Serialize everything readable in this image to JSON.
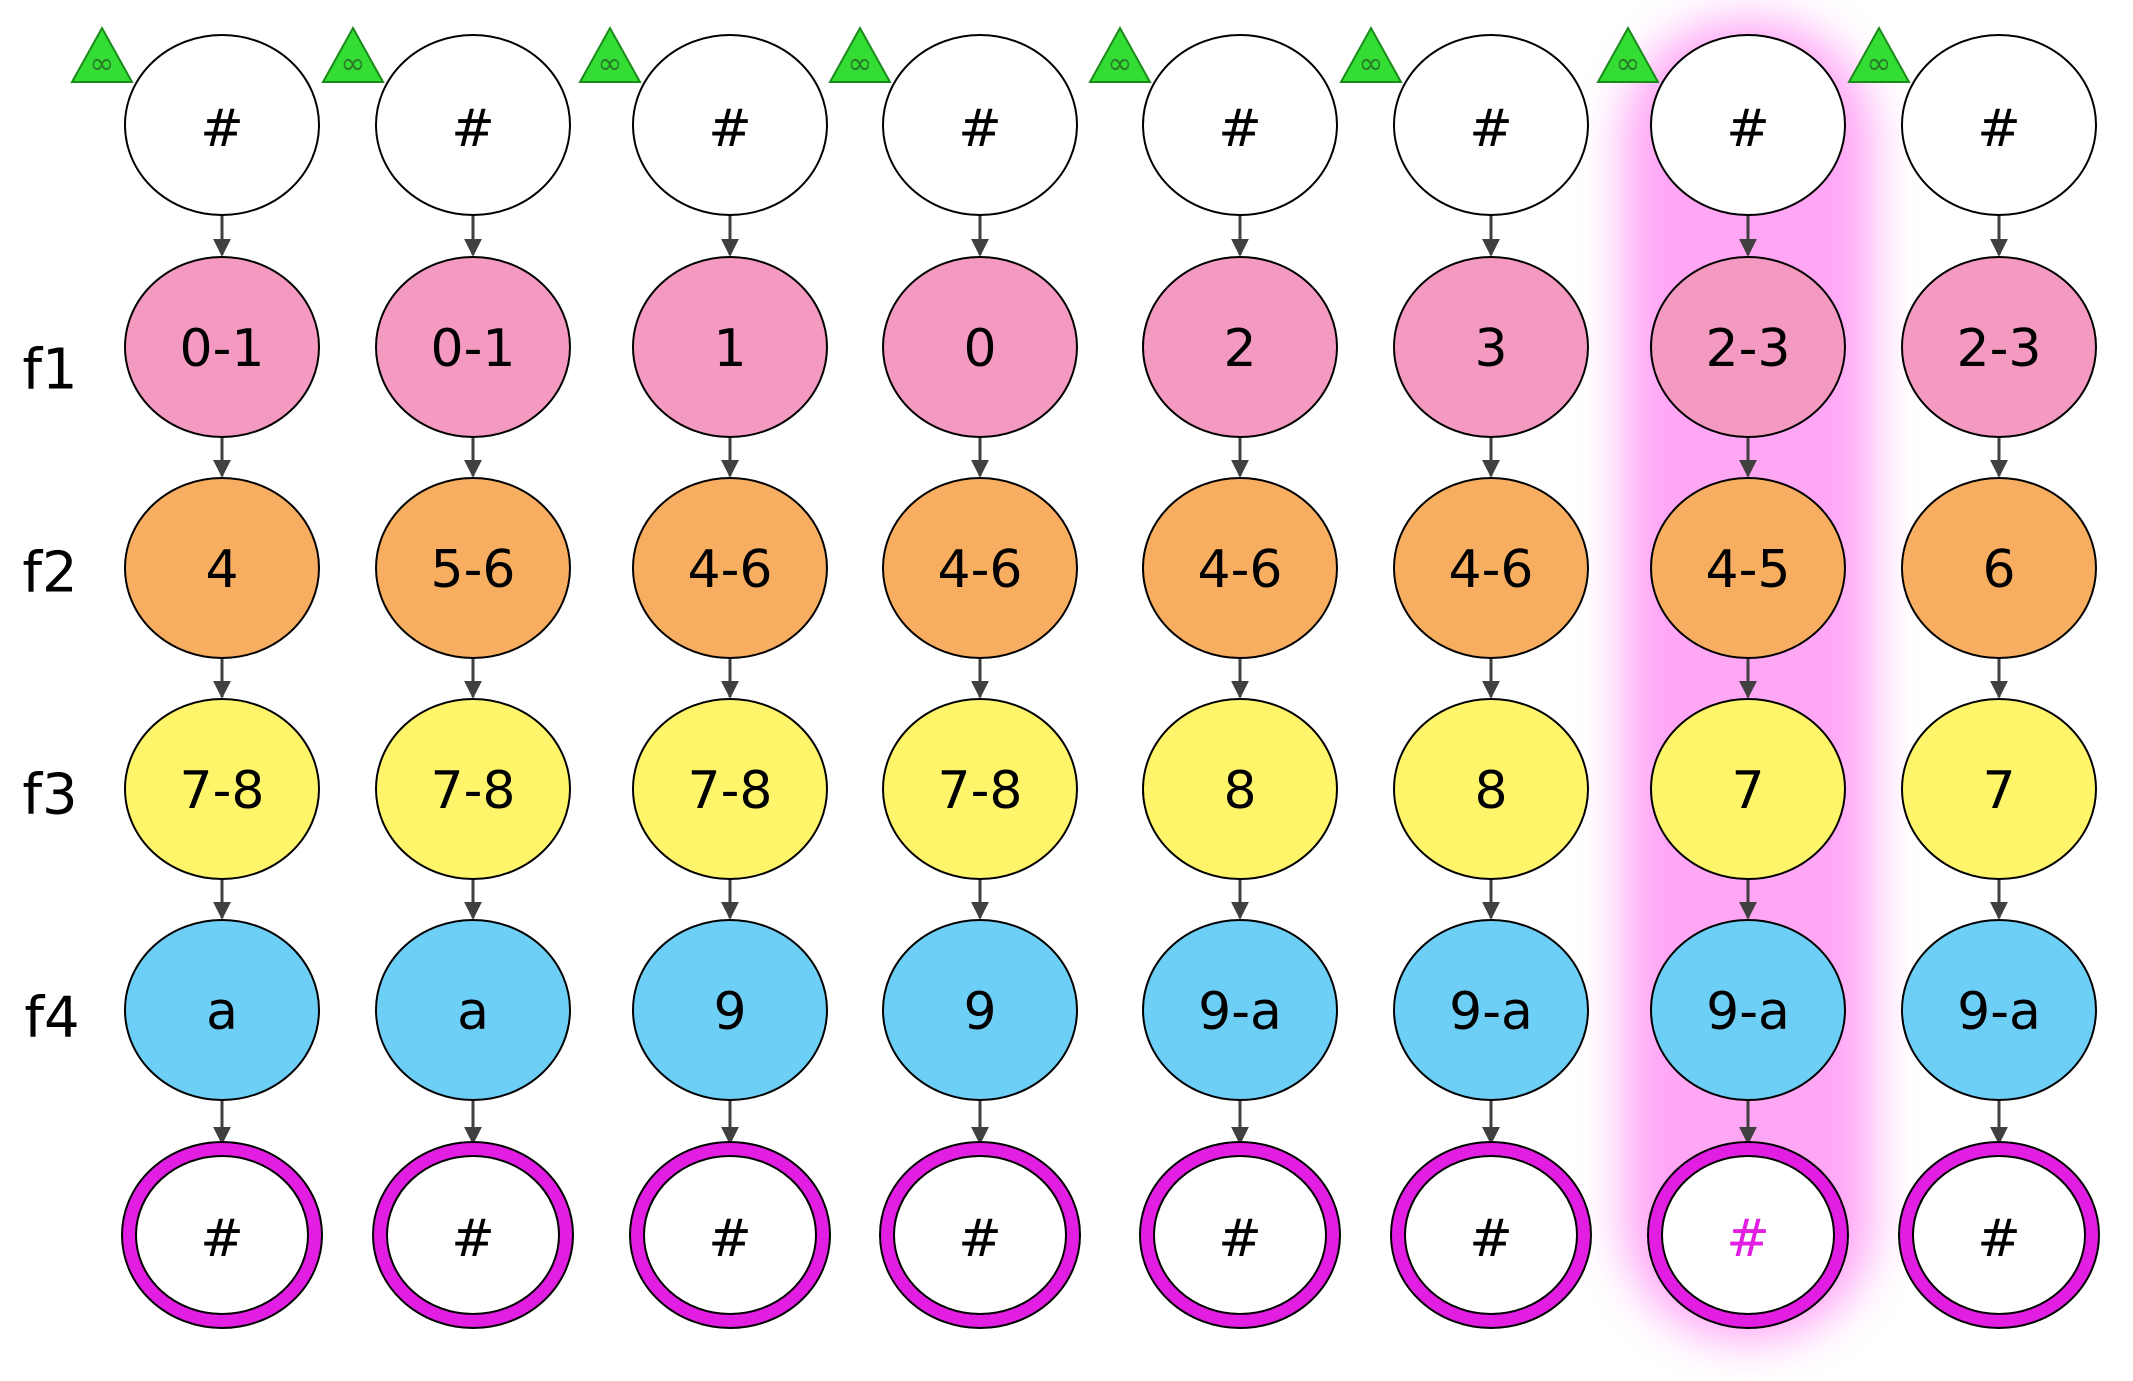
{
  "row_labels": [
    "f1",
    "f2",
    "f3",
    "f4"
  ],
  "start_node_label": "#",
  "end_node_label": "#",
  "infinity_marker": "∞",
  "highlighted_column": 6,
  "colors": {
    "f1": "#f49ac1",
    "f2": "#f7ae60",
    "f3": "#fff56b",
    "f4": "#6dcff6",
    "end_ring": "#e11ee1",
    "highlight": "#ff6cf0",
    "marker": "#33dd33",
    "stroke": "#000000",
    "arrow": "#404040"
  },
  "columns": [
    {
      "f1": "0-1",
      "f2": "4",
      "f3": "7-8",
      "f4": "a"
    },
    {
      "f1": "0-1",
      "f2": "5-6",
      "f3": "7-8",
      "f4": "a"
    },
    {
      "f1": "1",
      "f2": "4-6",
      "f3": "7-8",
      "f4": "9"
    },
    {
      "f1": "0",
      "f2": "4-6",
      "f3": "7-8",
      "f4": "9"
    },
    {
      "f1": "2",
      "f2": "4-6",
      "f3": "8",
      "f4": "9-a"
    },
    {
      "f1": "3",
      "f2": "4-6",
      "f3": "8",
      "f4": "9-a"
    },
    {
      "f1": "2-3",
      "f2": "4-5",
      "f3": "7",
      "f4": "9-a"
    },
    {
      "f1": "2-3",
      "f2": "6",
      "f3": "7",
      "f4": "9-a"
    }
  ]
}
